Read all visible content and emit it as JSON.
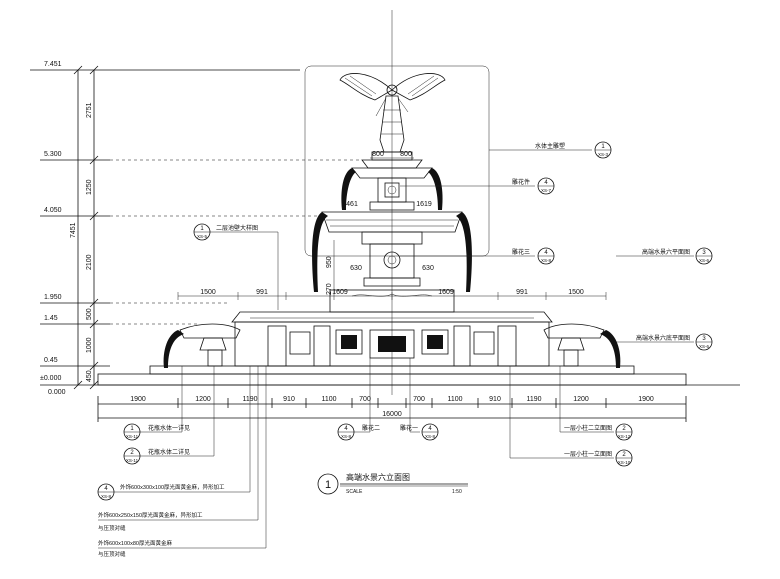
{
  "elevations": [
    "7.451",
    "5.300",
    "4.050",
    "1.950",
    "1.45",
    "0.45",
    "±0.000",
    "0.000"
  ],
  "vertical_dims": [
    "2751",
    "1250",
    "7451",
    "2100",
    "500",
    "1000",
    "450",
    "950",
    "270"
  ],
  "top_dims": [
    "800",
    "800",
    "461",
    "1619",
    "630",
    "630",
    "1500",
    "991",
    "1609",
    "1609",
    "991",
    "1500"
  ],
  "bottom_dims": [
    "1900",
    "1200",
    "1190",
    "910",
    "1100",
    "700",
    "700",
    "1100",
    "910",
    "1190",
    "1200",
    "1900"
  ],
  "total_dim": "16000",
  "callouts": {
    "c_sculpture": {
      "top": "1",
      "bottom": "XS-3",
      "label": "水体主雕塑"
    },
    "c_flower1": {
      "top": "4",
      "bottom": "XS-7",
      "label": "雕花件"
    },
    "c_flower3": {
      "top": "4",
      "bottom": "XS-8",
      "label": "雕花三"
    },
    "c_plan6": {
      "top": "3",
      "bottom": "XS-6",
      "label": "高端水景六平面图"
    },
    "c_big2": {
      "top": "1",
      "bottom": "XS-5",
      "label": "二层池壁大样图"
    },
    "c_plan6b": {
      "top": "3",
      "bottom": "XS-6",
      "label": "高端水景六底平面图"
    },
    "c_water1": {
      "top": "1",
      "bottom": "XS-11",
      "label": "花瓶水体一详见"
    },
    "c_water2": {
      "top": "2",
      "bottom": "XS-11",
      "label": "花瓶水体二详见"
    },
    "c_flower2": {
      "top": "4",
      "bottom": "XS-8",
      "label": "雕花二"
    },
    "c_flower4": {
      "top": "4",
      "bottom": "XS-8",
      "label": "雕花一"
    },
    "c_pillar": {
      "top": "2",
      "bottom": "XS-12",
      "label": "一层小柱二立面图"
    },
    "c_basin": {
      "top": "2",
      "bottom": "XS-10",
      "label": "一层小柱一立面图"
    },
    "c_stone": {
      "top": "4",
      "bottom": "XS-8",
      "label": ""
    }
  },
  "notes": [
    "外饰600x300x100厚光面黄金麻，异形加工",
    "外饰600x250x150厚光面黄金麻，异形加工",
    "与压顶对缝",
    "外饰600x100x80厚光面黄金麻",
    "与压顶对缝"
  ],
  "title": {
    "number": "1",
    "name": "高端水景六立面图",
    "scale_label": "SCALE",
    "scale_value": "1:50"
  }
}
